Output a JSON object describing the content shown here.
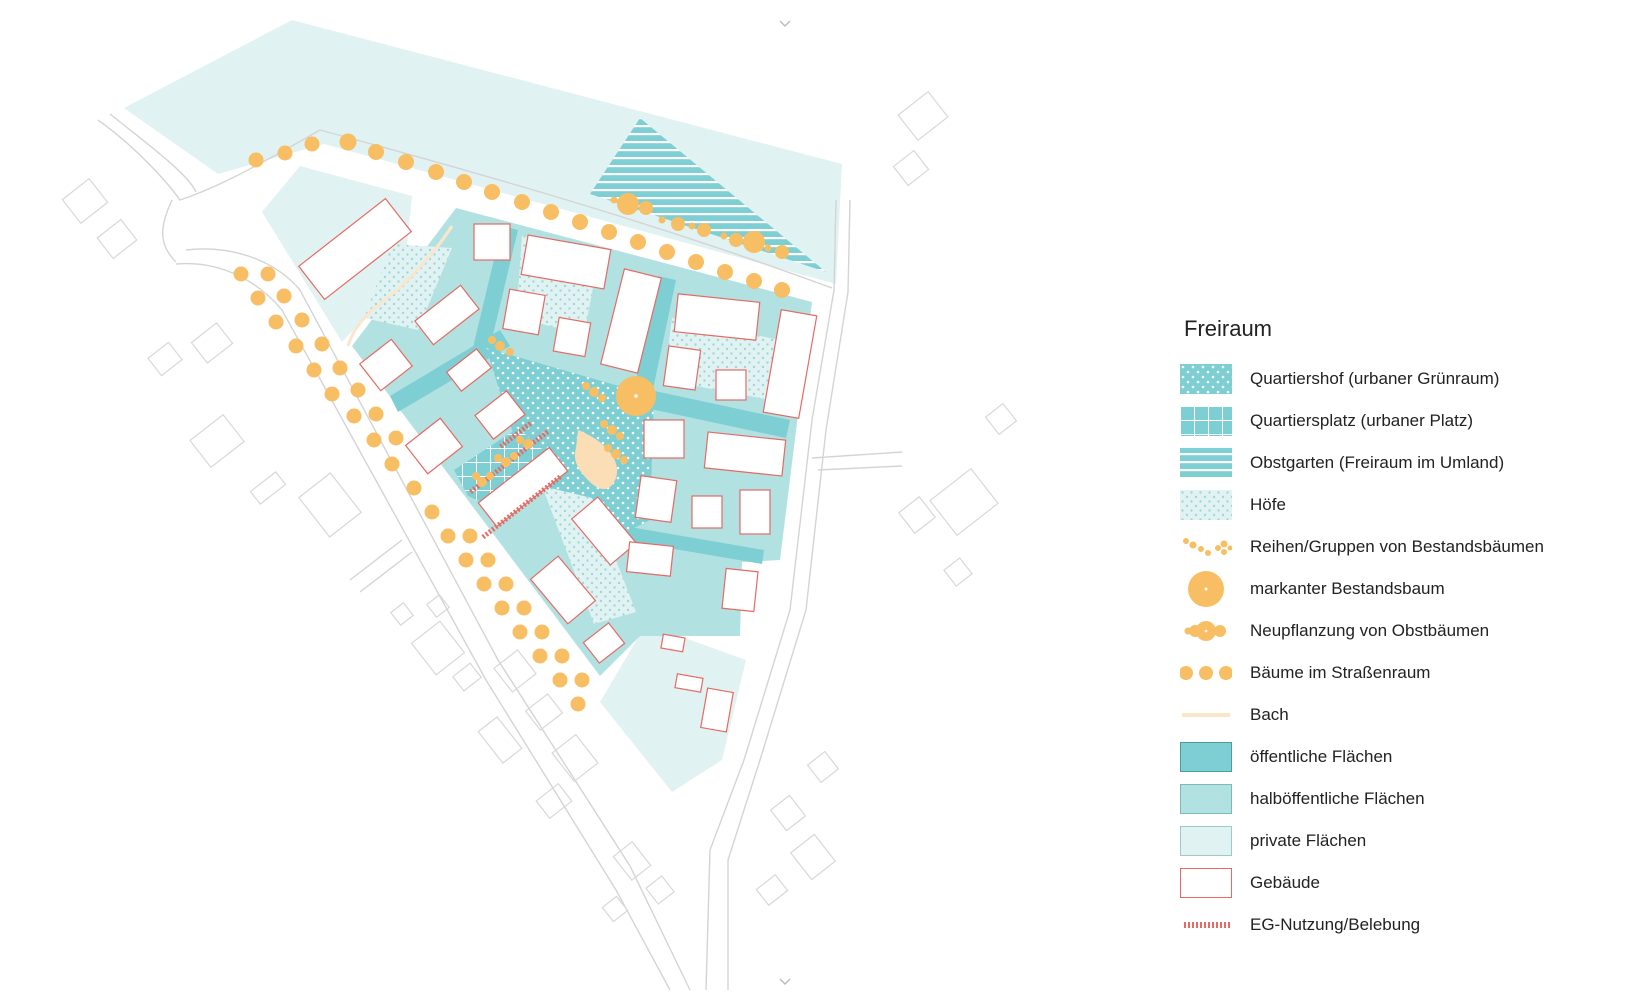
{
  "colors": {
    "public": "#7ECFD3",
    "semi_public": "#B2E1E2",
    "private": "#E1F2F2",
    "building_stroke": "#E56A63",
    "tree": "#F8BE64",
    "stream": "#FBE6CB",
    "street_line": "#D4D4D4"
  },
  "legend": {
    "title": "Freiraum",
    "items": [
      {
        "label": "Quartiershof (urbaner Grünraum)",
        "icon": "dotted-teal-swatch"
      },
      {
        "label": "Quartiersplatz (urbaner Platz)",
        "icon": "grid-teal-swatch"
      },
      {
        "label": "Obstgarten (Freiraum im Umland)",
        "icon": "striped-teal-swatch"
      },
      {
        "label": "Höfe",
        "icon": "light-dotted-swatch"
      },
      {
        "label": "Reihen/Gruppen von Bestandsbäumen",
        "icon": "tree-cluster-icon"
      },
      {
        "label": "markanter Bestandsbaum",
        "icon": "large-tree-icon"
      },
      {
        "label": "Neupflanzung von Obstbäumen",
        "icon": "fruit-tree-icon"
      },
      {
        "label": "Bäume im Straßenraum",
        "icon": "street-trees-icon"
      },
      {
        "label": "Bach",
        "icon": "stream-line-icon"
      },
      {
        "label": "öffentliche Flächen",
        "icon": "public-area-swatch"
      },
      {
        "label": "halböffentliche Flächen",
        "icon": "semi-public-area-swatch"
      },
      {
        "label": "private Flächen",
        "icon": "private-area-swatch"
      },
      {
        "label": "Gebäude",
        "icon": "building-outline-swatch"
      },
      {
        "label": "EG-Nutzung/Belebung",
        "icon": "ground-floor-use-icon"
      }
    ]
  }
}
